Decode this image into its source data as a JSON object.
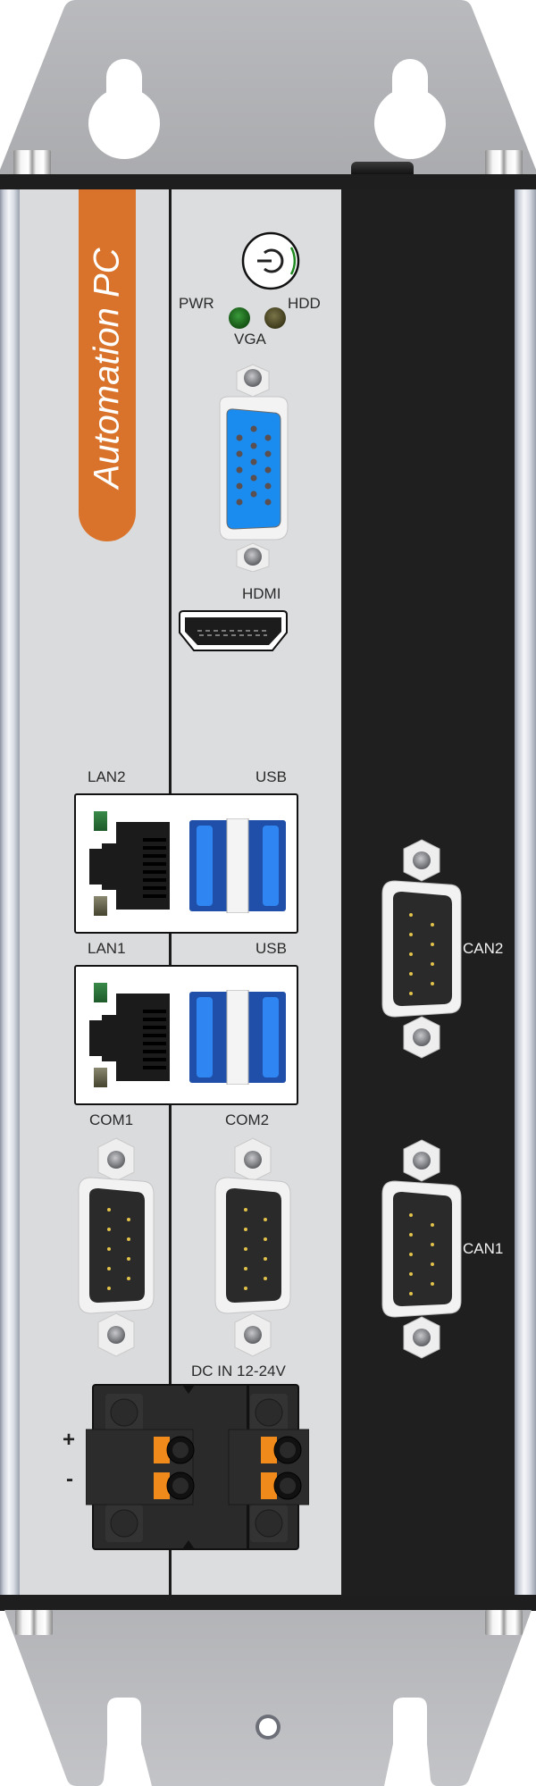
{
  "device": {
    "brand_label": "Automation PC",
    "colors": {
      "brand_orange": "#d9732b",
      "panel_black": "#1f1f1f",
      "vga_blue": "#1a8cf0",
      "usb_blue": "#1f5fd0",
      "led_green": "#1f6b1f",
      "led_amber": "#55502a",
      "terminal_orange": "#f08a1a"
    }
  },
  "front_panel": {
    "power_button": {
      "icon": "power-icon"
    },
    "leds": [
      {
        "label": "PWR",
        "color": "green"
      },
      {
        "label": "HDD",
        "color": "amber"
      }
    ],
    "ports": {
      "vga": "VGA",
      "hdmi": "HDMI",
      "lan2": "LAN2",
      "usb_top": "USB",
      "lan1": "LAN1",
      "usb_bottom": "USB",
      "com1": "COM1",
      "com2": "COM2",
      "dc_in": "DC IN 12-24V",
      "plus": "+",
      "minus": "-",
      "can2": "CAN2",
      "can1": "CAN1"
    }
  }
}
